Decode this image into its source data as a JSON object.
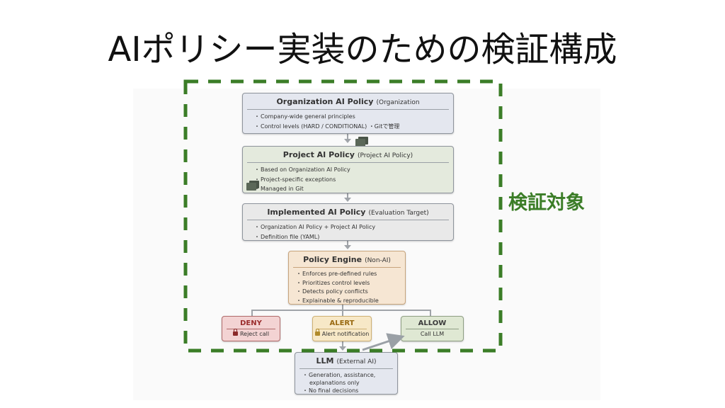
{
  "title": "AIポリシー実装のための検証構成",
  "verification_label": "検証対象",
  "colors": {
    "dashed_frame": "#3b7d27",
    "deny": "#9b2d2d",
    "alert": "#9a6a12",
    "allow_box": "#dfe8d3"
  },
  "boxes": {
    "organization": {
      "title": "Organization AI Policy",
      "subtitle": "(Organization",
      "items": [
        "Company-wide general principles",
        "Control levels (HARD / CONDITIONAL) ・Gitで管理"
      ]
    },
    "project": {
      "title": "Project AI Policy",
      "subtitle": "(Project AI Policy)",
      "items": [
        "Based on Organization AI Policy",
        "Project-specific exceptions",
        "Managed in Git"
      ]
    },
    "implemented": {
      "title": "Implemented AI Policy",
      "subtitle": "(Evaluation Target)",
      "items": [
        "Organization AI Policy + Project AI Policy",
        "Definition file (YAML)"
      ]
    },
    "engine": {
      "title": "Policy Engine",
      "subtitle": "(Non-AI)",
      "items": [
        "Enforces pre-defined rules",
        "Prioritizes control levels",
        "Detects policy conflicts",
        "Explainable & reproducible"
      ]
    },
    "deny": {
      "title": "DENY",
      "text": "Reject call",
      "icon": "lock-icon"
    },
    "alert": {
      "title": "ALERT",
      "text": "Alert notification",
      "icon": "lock-icon"
    },
    "allow": {
      "title": "ALLOW",
      "text": "Call LLM"
    },
    "llm": {
      "title": "LLM",
      "subtitle": "(External AI)",
      "items": [
        "Generation, assistance, explanations only",
        "No final decisions"
      ]
    }
  }
}
